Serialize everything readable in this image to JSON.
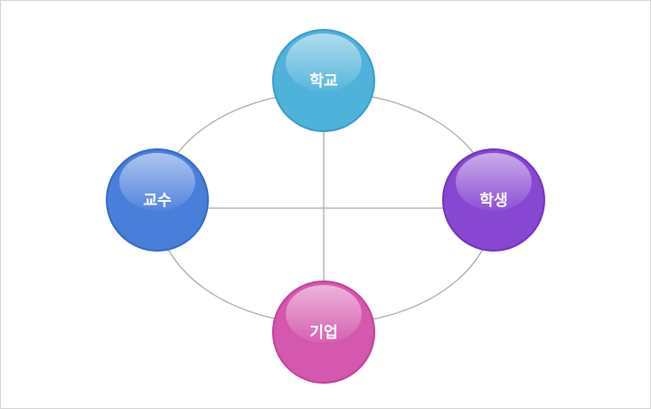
{
  "nodes": [
    {
      "id": "school",
      "label": "학교",
      "color": "#4fb2da",
      "border": "#3a9cc6"
    },
    {
      "id": "professor",
      "label": "교수",
      "color": "#4a7edb",
      "border": "#3568c4"
    },
    {
      "id": "student",
      "label": "학생",
      "color": "#8847d2",
      "border": "#7034bb"
    },
    {
      "id": "company",
      "label": "기업",
      "color": "#d458ad",
      "border": "#bd4297"
    }
  ]
}
